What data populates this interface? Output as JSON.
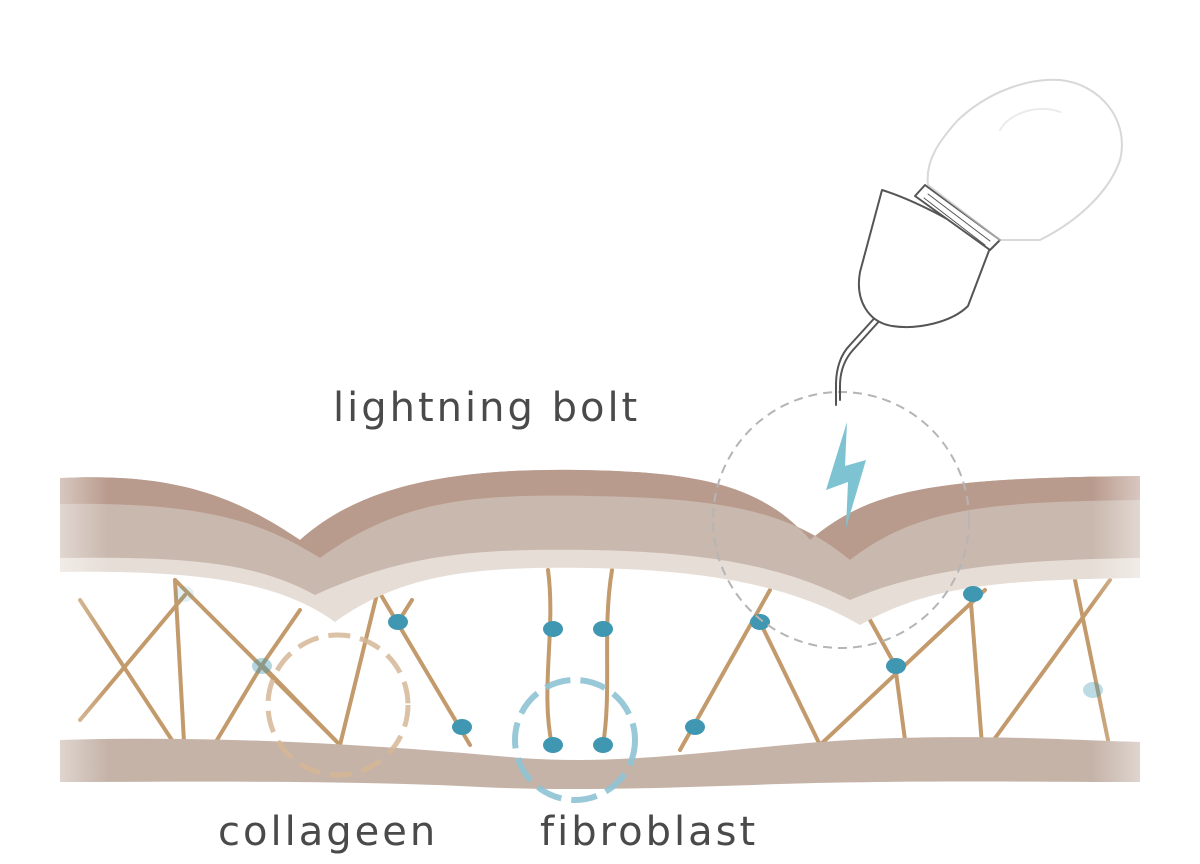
{
  "labels": {
    "lightning": "lightning bolt",
    "collagen": "collageen",
    "fibroblast": "fibroblast"
  },
  "colors": {
    "text": "#4a4a4a",
    "epidermis_top": "#b99b8d",
    "epidermis_mid": "#c9b8ad",
    "epidermis_under": "#e6ddd6",
    "fiber": "#c39a6b",
    "fibroblast_dot": "#3f97b2",
    "fibroblast_ring": "#8ec3d4",
    "collagen_ring": "#d5b695",
    "bolt": "#7ec3d2",
    "device_stroke": "#555555",
    "dashed_circle": "#b5b5b5"
  },
  "icons": {
    "bolt": "lightning-bolt-icon",
    "device": "microneedle-pen-icon"
  }
}
